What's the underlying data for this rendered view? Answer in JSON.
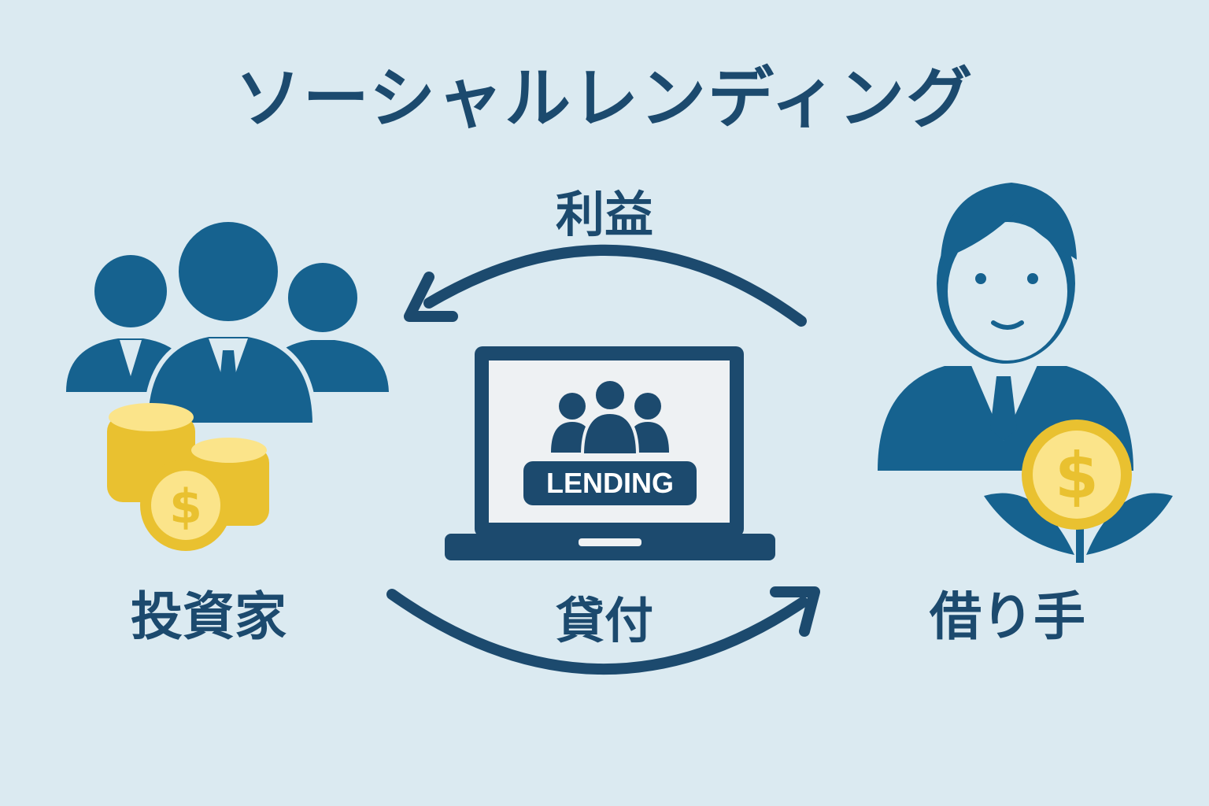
{
  "title": "ソーシャルレンディング",
  "flows": {
    "profit_label": "利益",
    "loan_label": "貸付"
  },
  "actors": {
    "investor_label": "投資家",
    "borrower_label": "借り手"
  },
  "platform": {
    "badge_label": "LENDING"
  },
  "colors": {
    "background": "#dbeaf1",
    "text": "#1c4a6e",
    "icon": "#16628f",
    "gold": "#e9c130",
    "gold_light": "#fbe48a"
  }
}
